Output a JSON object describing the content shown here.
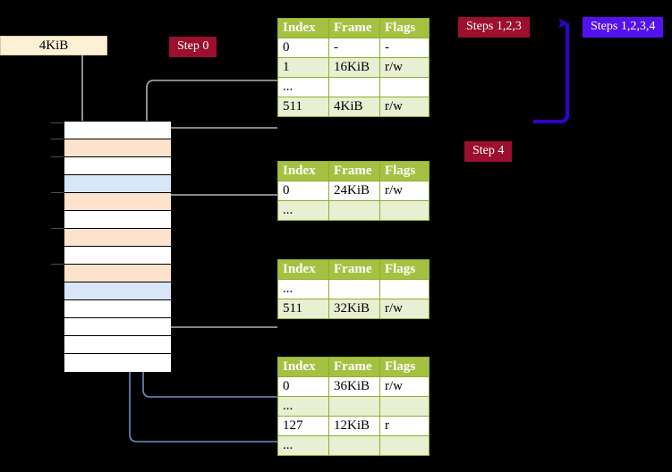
{
  "diagram": {
    "title_banner": {
      "label": "4KiB"
    },
    "badges": [
      {
        "name": "step-0",
        "label": "Step 0",
        "color": "#9c0f2e",
        "style": "red"
      },
      {
        "name": "steps-123",
        "label": "Steps 1,2,3",
        "color": "#9c0f2e",
        "style": "red"
      },
      {
        "name": "steps-1234",
        "label": "Steps 1,2,3,4",
        "color": "#5511ee",
        "style": "blue"
      },
      {
        "name": "step-4",
        "label": "Step 4",
        "color": "#9c0f2e",
        "style": "red"
      }
    ],
    "colors": {
      "background": "#000000",
      "header_green": "#a5c141",
      "header_border": "#8fae2a",
      "row_alt": "#e9efd3",
      "highlight": "#ffff99",
      "mem_orange": "#fde3cc",
      "mem_blue": "#d9e6f7",
      "mem_white": "#ffffff",
      "banner_fill": "#fdf0d5",
      "wire_grey": "#b3b3b3",
      "wire_blue": "#6b8fc4",
      "arrow_purple": "#3300cc"
    },
    "memory_column": {
      "name": "physical-memory-column",
      "rows": [
        {
          "fill": "white"
        },
        {
          "fill": "orange"
        },
        {
          "fill": "white"
        },
        {
          "fill": "blue"
        },
        {
          "fill": "orange"
        },
        {
          "fill": "white"
        },
        {
          "fill": "orange"
        },
        {
          "fill": "white"
        },
        {
          "fill": "orange"
        },
        {
          "fill": "blue"
        },
        {
          "fill": "white"
        },
        {
          "fill": "white"
        },
        {
          "fill": "white"
        },
        {
          "fill": "white"
        }
      ]
    },
    "tables": [
      {
        "name": "page-table-level-0",
        "headers": [
          "Index",
          "Frame",
          "Flags"
        ],
        "rows": [
          {
            "cells": [
              "0",
              "-",
              "-"
            ],
            "alt": false,
            "highlight": false
          },
          {
            "cells": [
              "1",
              "16KiB",
              "r/w"
            ],
            "alt": true,
            "highlight": false
          },
          {
            "cells": [
              "...",
              "",
              ""
            ],
            "alt": false,
            "highlight": false
          },
          {
            "cells": [
              "511",
              "4KiB",
              "r/w"
            ],
            "alt": true,
            "highlight": true
          }
        ]
      },
      {
        "name": "page-table-level-1",
        "headers": [
          "Index",
          "Frame",
          "Flags"
        ],
        "rows": [
          {
            "cells": [
              "0",
              "24KiB",
              "r/w"
            ],
            "alt": false,
            "highlight": false
          },
          {
            "cells": [
              "...",
              "",
              ""
            ],
            "alt": true,
            "highlight": false
          }
        ]
      },
      {
        "name": "page-table-level-2",
        "headers": [
          "Index",
          "Frame",
          "Flags"
        ],
        "rows": [
          {
            "cells": [
              "...",
              "",
              ""
            ],
            "alt": false,
            "highlight": false
          },
          {
            "cells": [
              "511",
              "32KiB",
              "r/w"
            ],
            "alt": true,
            "highlight": false
          }
        ]
      },
      {
        "name": "page-table-level-3",
        "headers": [
          "Index",
          "Frame",
          "Flags"
        ],
        "rows": [
          {
            "cells": [
              "0",
              "36KiB",
              "r/w"
            ],
            "alt": false,
            "highlight": false
          },
          {
            "cells": [
              "...",
              "",
              ""
            ],
            "alt": true,
            "highlight": false
          },
          {
            "cells": [
              "127",
              "12KiB",
              "r"
            ],
            "alt": false,
            "highlight": false
          },
          {
            "cells": [
              "...",
              "",
              ""
            ],
            "alt": true,
            "highlight": false
          }
        ]
      }
    ]
  }
}
